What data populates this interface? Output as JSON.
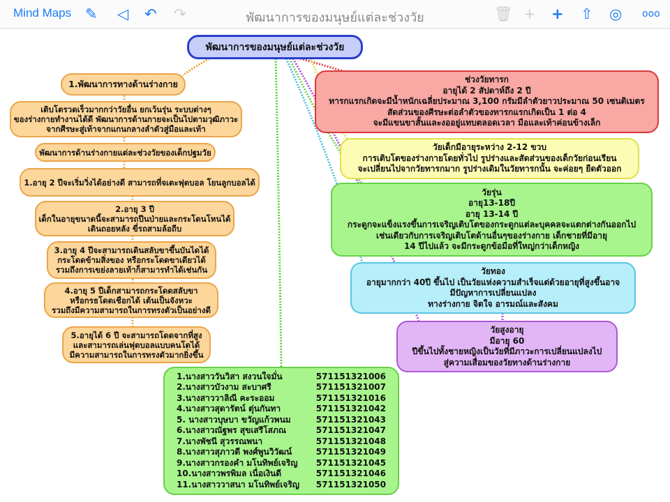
{
  "toolbar": {
    "back_label": "Mind Maps",
    "title": "พัฒนาการของมนุษย์แต่ละช่วงวัย",
    "icons": [
      "edit-icon",
      "previous-icon",
      "undo-icon",
      "redo-icon",
      "trash-icon",
      "add-sibling-icon",
      "add-child-icon",
      "share-icon",
      "palette-icon",
      "more-icon"
    ]
  },
  "root": "พัฒนาการของมนุษย์แต่ละช่วงวัย",
  "physical": {
    "title": "1.พัฒนาการทางด้านร่างกาย",
    "summary": [
      "เติบโตรวดเร็วมากกว่าวัยอื่น ยกเว้นรุ่น ระบบต่างๆ",
      "ของร่างกายทำงานได้ดี พัฒนาการด้านกายจะเป็นไปตามวุฒิภาวะ",
      "จากศีรษะสู่เท้าจากแกนกลางลำตัวสู่มือและเท้า"
    ],
    "subtitle": "พัฒนาการด้านร่างกายแต่ละช่วงวัยของเด็กปฐมวัย",
    "age2": [
      "1.อายุ 2 ปีจะเริ่มวิ่งได้อย่างดี สามารถที่จเตะฟุตบอล โยนลูกบอลได้"
    ],
    "age3": [
      "2.อายุ 3 ปี",
      "เด็กในอายุขนาดนี้จะสามารถปีนป่ายและกระโดนโหนได้",
      "เดินถอยหลัง ขี่รถสามล้อถีบ"
    ],
    "age4": [
      "3.อายุ 4 ปีจะสามารถเดินสลับขาขึ้นบันไดได้",
      "กระโดดข้ามสิ่งของ หรือกระโดดขาเดียวได้",
      "รวมถึงการเขย่งลายเท้าก็สามารทำได้เช่นกัน"
    ],
    "age5": [
      "4.อายุ 5 ปีเด็กสามารถกระโดดสลับขา",
      "หรือกรธโดดเชือกได้ เต้นเป็นจังหวะ",
      "รวมถึงมีความสามารถในการทรงตัวเป็นอย่างดี"
    ],
    "age6": [
      "5.อายุได้ 6 ปี จะสามารถโดดจากที่สูง",
      "และสามารถเล่นฟุตบอลแบบคนโตได้",
      "มีความสามารถในการทรงตัวมากยิ่งขึ้น"
    ]
  },
  "infant": [
    "ช่วงวัยทารก",
    "อายุได้ 2 สัปดาห์ถึง 2 ปี",
    "ทารกแรกเกิดจะมีน้ำหนักเฉลี่ยประมาณ 3,100 กรัมมีลำตัวยาวประมาณ 50 เซนติเมตร",
    "สัดส่วนของศีรษะต่อลำตัวของทารกแรกเกิดเป็น 1 ต่อ 4",
    "จะมีแขนขาสั้นและงออยู่แทบตลอดเวลา มือและเท้าค่อนข้างเล็ก"
  ],
  "child": [
    "วัยเด็กมีอายุระหว่าง 2-12 ขวบ",
    "การเติบโตของร่างกายโดยทั่วไป รูปร่างและสัดส่วนของเด็กวัยก่อนเรียน",
    "จะเปลี่ยนไปจากวัยทารกมาก รูปร่างเดิมในวัยทารกนั้น จะค่อยๆ ยืดตัวออก"
  ],
  "teen": [
    "วัยรุ่น",
    "อายุ13-18ปี",
    "อายุ 13-14 ปี",
    "กระดูกจะแข็งแรงขึ้นการเจริญเติบโตของกระดูกแต่ละบุคคลจะแตกต่างกันออกไป",
    "เช่นเดียวกับการเจริญเติบโตด้านอื่นๆของร่างกาย เด็กชายที่มีอายุ",
    "14 ปีไปแล้ว จะมีกระดูกข้อมือที่ใหญ่กว่าเด็กหญิง"
  ],
  "golden": [
    "วัยทอง",
    "อายุมากกว่า 40ปี ขึ้นไป เป็นวัยแห่งความสำเร็จแต่ด้วยอายุที่สูงขึ้นอาจ",
    "มีปัญหาการเปลี่ยนแปลง",
    "ทางร่างกาย จิตใจ อารมณ์และสังคม"
  ],
  "elderly": [
    "วัยสูงอายุ",
    "มีอายุ 60",
    "ปีขึ้นไปทั้งชายหญิงเป็นวัยที่มีภาวะการเปลี่ยนแปลงไป",
    "สู่ความเสื่อมของวัยทางด้านร่างกาย"
  ],
  "members": [
    {
      "name": "1.นางสาววันวิสา  สงวนใจมั่น",
      "id": "571151321006"
    },
    {
      "name": "2.นางสาวบัวงาม  สะบาศรี",
      "id": "571151321007"
    },
    {
      "name": "3.นางสาววาลิณี  คะระออม",
      "id": "571151321016"
    },
    {
      "name": "4.นางสาวสุดารัตน์  ตุ่นกันทา",
      "id": "571151321042"
    },
    {
      "name": "5. นางสาวบุษบา  ขวัญแก้วพนม",
      "id": "571151321043"
    },
    {
      "name": "6.นางสาวณัฐพร  สุขเสรีโสภณ",
      "id": "571151321047"
    },
    {
      "name": "7.นางพัชนี  สุวรรณพนา",
      "id": "571151321048"
    },
    {
      "name": "8.นางสาวสุภาวดี  พงศ์พูนวิวัฒน์",
      "id": "571151321049"
    },
    {
      "name": "9.นางสาวกรองคำ  มโนทิพย์เจริญ",
      "id": "571151321045"
    },
    {
      "name": "10.นางสาวพรพิมล  เนื่อเงินดี",
      "id": "571151321046"
    },
    {
      "name": "11.นางสาววาสนา  มโนทิพย์เจริญ",
      "id": "571151321050"
    }
  ],
  "colors": {
    "accent": "#1a7cf5",
    "orange": "#fcd69a",
    "red": "#f9a8a4",
    "yellow": "#fdfcb4",
    "green": "#a8f58d",
    "cyan": "#b6eef9",
    "purple": "#e2b5f7",
    "root": "#c7cff8"
  }
}
